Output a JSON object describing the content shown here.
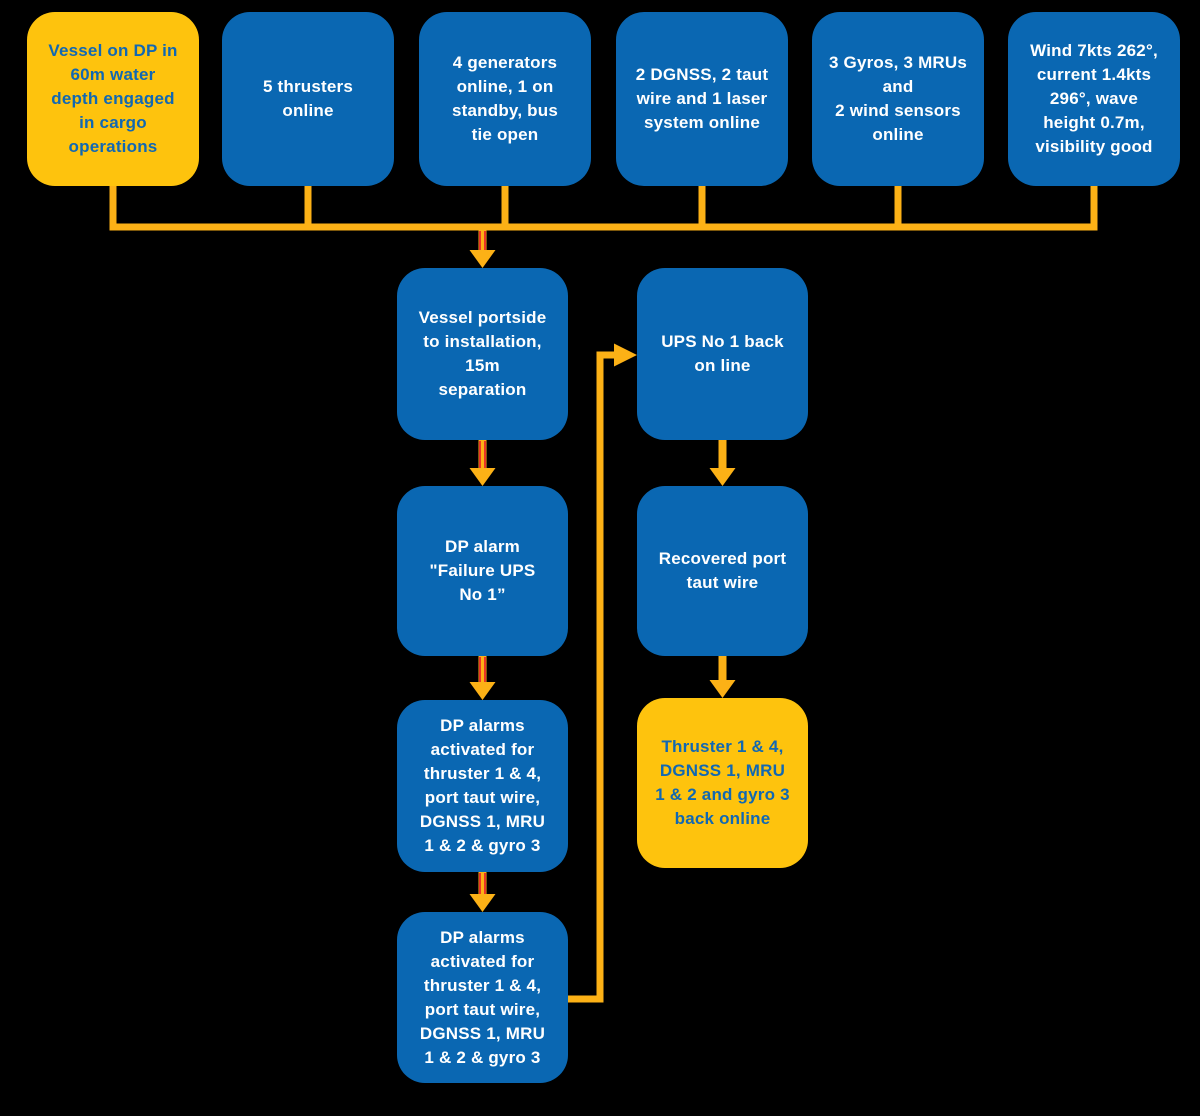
{
  "colors": {
    "background": "#000000",
    "node_blue": "#0a67b2",
    "node_yellow": "#fec30d",
    "text_on_blue": "#ffffff",
    "text_on_yellow": "#1168b3",
    "connector": "#fcb116",
    "connector_core_red": "#e92829"
  },
  "diagram": {
    "type": "flowchart",
    "nodes": {
      "start": {
        "text": "Vessel on DP in\n60m water\ndepth engaged\nin cargo\noperations",
        "variant": "yellow"
      },
      "thrusters": {
        "text": "5 thrusters\nonline",
        "variant": "blue"
      },
      "generators": {
        "text": "4 generators\nonline, 1 on\nstandby, bus\ntie open",
        "variant": "blue"
      },
      "position_refs": {
        "text": "2 DGNSS, 2 taut\nwire and 1 laser\nsystem online",
        "variant": "blue"
      },
      "sensors": {
        "text": "3 Gyros, 3 MRUs\nand\n2 wind sensors\nonline",
        "variant": "blue"
      },
      "weather": {
        "text": "Wind 7kts 262°,\ncurrent 1.4kts\n296°, wave\nheight 0.7m,\nvisibility good",
        "variant": "blue"
      },
      "vessel_portside": {
        "text": "Vessel portside\nto installation,\n15m\nseparation",
        "variant": "blue"
      },
      "dp_alarm_ups": {
        "text": "DP alarm\n\"Failure UPS\nNo 1”",
        "variant": "blue"
      },
      "dp_alarms_activated_1": {
        "text": "DP alarms\nactivated for\nthruster 1 & 4,\nport taut wire,\nDGNSS 1, MRU\n1 & 2 & gyro 3",
        "variant": "blue"
      },
      "dp_alarms_activated_2": {
        "text": "DP alarms\nactivated for\nthruster 1 & 4,\nport taut wire,\nDGNSS 1, MRU\n1 & 2 & gyro 3",
        "variant": "blue"
      },
      "ups_back_online": {
        "text": "UPS No 1 back\non line",
        "variant": "blue"
      },
      "recovered_taut_wire": {
        "text": "Recovered port\ntaut wire",
        "variant": "blue"
      },
      "systems_back_online": {
        "text": "Thruster 1 & 4,\nDGNSS 1, MRU\n1 & 2 and gyro 3\nback online",
        "variant": "yellow"
      }
    },
    "edges": [
      {
        "from": "start",
        "to": "vessel_portside"
      },
      {
        "from": "thrusters",
        "to": "vessel_portside"
      },
      {
        "from": "generators",
        "to": "vessel_portside"
      },
      {
        "from": "position_refs",
        "to": "vessel_portside"
      },
      {
        "from": "sensors",
        "to": "vessel_portside"
      },
      {
        "from": "weather",
        "to": "vessel_portside"
      },
      {
        "from": "vessel_portside",
        "to": "dp_alarm_ups"
      },
      {
        "from": "dp_alarm_ups",
        "to": "dp_alarms_activated_1"
      },
      {
        "from": "dp_alarms_activated_1",
        "to": "dp_alarms_activated_2"
      },
      {
        "from": "dp_alarms_activated_2",
        "to": "ups_back_online"
      },
      {
        "from": "ups_back_online",
        "to": "recovered_taut_wire"
      },
      {
        "from": "recovered_taut_wire",
        "to": "systems_back_online"
      }
    ]
  }
}
